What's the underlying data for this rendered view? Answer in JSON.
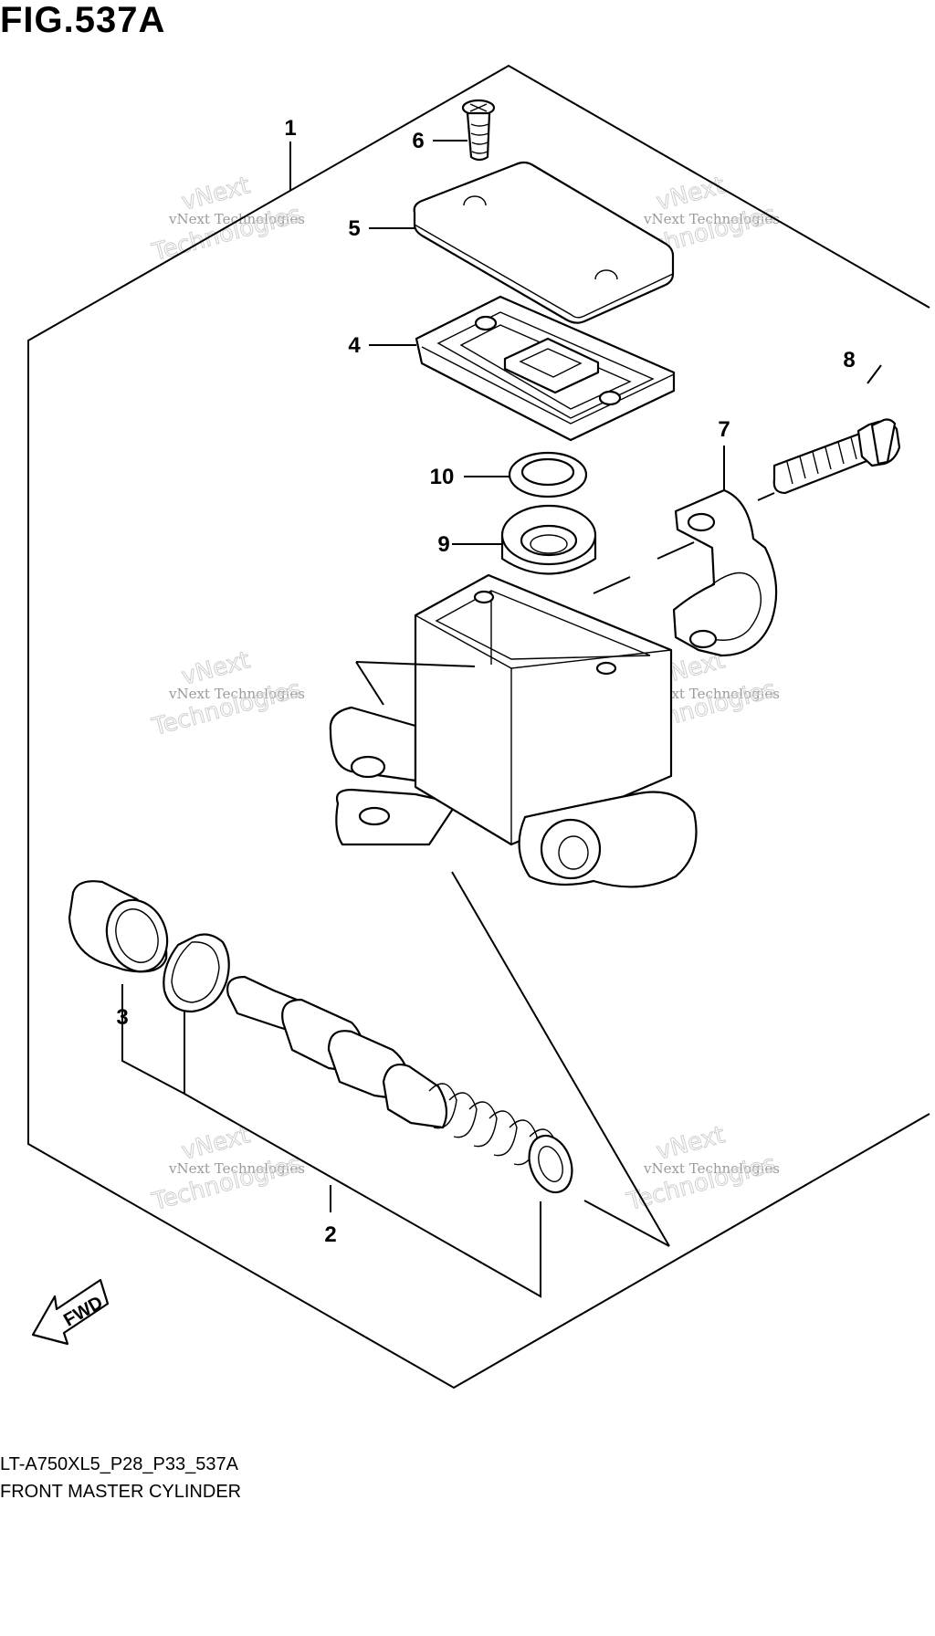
{
  "figure": {
    "title": "FIG.537A",
    "model_code": "LT-A750XL5_P28_P33_537A",
    "name": "FRONT MASTER CYLINDER"
  },
  "callouts": [
    {
      "id": "1",
      "label": "1"
    },
    {
      "id": "2",
      "label": "2"
    },
    {
      "id": "3",
      "label": "3"
    },
    {
      "id": "4",
      "label": "4"
    },
    {
      "id": "5",
      "label": "5"
    },
    {
      "id": "6",
      "label": "6"
    },
    {
      "id": "7",
      "label": "7"
    },
    {
      "id": "8",
      "label": "8"
    },
    {
      "id": "9",
      "label": "9"
    },
    {
      "id": "10",
      "label": "10"
    }
  ],
  "direction_marker": {
    "label": "FWD",
    "icon": "fwd-arrow-icon"
  },
  "watermark": {
    "line1": "vNext Technologies",
    "line2": "vNext",
    "line3": "Technologies"
  }
}
